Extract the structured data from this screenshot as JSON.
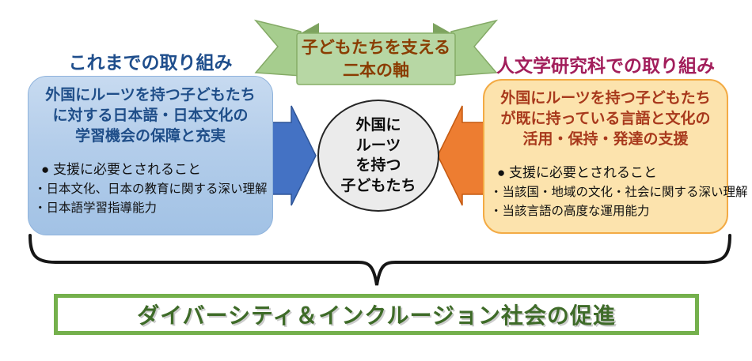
{
  "banner": {
    "line1": "子どもたちを支える",
    "line2": "二本の軸"
  },
  "left_section": {
    "header": "これまでの取り組み",
    "title_lines": [
      "外国にルーツを持つ子どもたち",
      "に対する日本語・日本文化の",
      "学習機会の保障と充実"
    ],
    "bullet_header": "● 支援に必要とされること",
    "bullets": [
      "・日本文化、日本の教育に関する深い理解",
      "・日本語学習指導能力"
    ]
  },
  "right_section": {
    "header": "人文学研究科での取り組み",
    "title_lines": [
      "外国にルーツを持つ子どもたち",
      "が既に持っている言語と文化の",
      "活用・保持・発達の支援"
    ],
    "bullet_header": "● 支援に必要とされること",
    "bullets": [
      "・当該国・地域の文化・社会に関する深い理解",
      "・当該言語の高度な運用能力"
    ]
  },
  "center_circle": {
    "lines": [
      "外国に",
      "ルーツ",
      "を持つ",
      "子どもたち"
    ]
  },
  "bottom": {
    "label": "ダイバーシティ＆インクルージョン社会の促進"
  },
  "colors": {
    "left_header_text": "#1f4e8c",
    "left_card_fill": "#b3cdea",
    "left_card_title_text": "#1f4e89",
    "right_header_text": "#a21e5b",
    "right_card_fill": "#fce3ad",
    "right_card_border": "#f3ab45",
    "right_card_title_text": "#a8391c",
    "blue_arrow": "#4472c4",
    "orange_arrow": "#ed7d31",
    "ribbon_green": "#a9d18e",
    "ribbon_center_green": "#b7d7a4",
    "banner_text": "#8a3c00",
    "circle_fill": "#ebebeb",
    "brace": "#161616",
    "bottom_border": "#74b04c",
    "bottom_text": "#3e6b28"
  }
}
